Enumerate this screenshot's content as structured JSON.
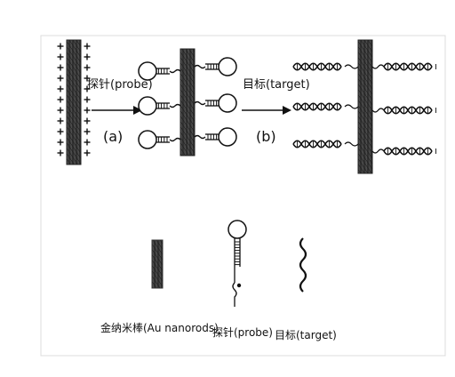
{
  "labels": {
    "probe_top": "探针(probe)",
    "target_top": "目标(target)",
    "step_a": "(a)",
    "step_b": "(b)",
    "legend_nanorod": "金纳米棒(Au nanorods)",
    "legend_probe": "探针(probe)",
    "legend_target": "目标(target)"
  },
  "colors": {
    "ink": "#111111",
    "rod_dark": "#2a2a2a",
    "rod_mid": "#6d6d6d",
    "frame": "#dcdcdc"
  }
}
